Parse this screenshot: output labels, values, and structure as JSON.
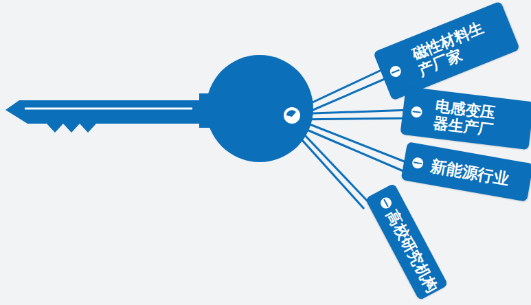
{
  "diagram": {
    "nodes": [
      {
        "text": [
          "磁性材料生 产厂家"
        ]
      },
      {
        "text": [
          "电感变压 器生产厂"
        ]
      },
      {
        "text": [
          "新能源行业"
        ]
      },
      {
        "text": [
          "高校研究机构"
        ]
      }
    ]
  }
}
